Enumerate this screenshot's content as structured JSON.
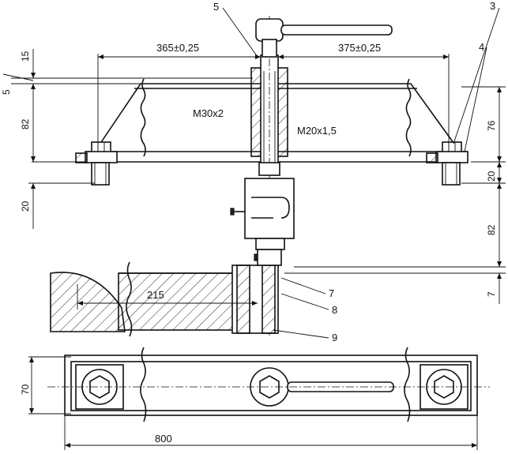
{
  "dimensions": {
    "span_left": "365±0,25",
    "span_right": "375±0,25",
    "top_15": "15",
    "top_5": "5",
    "height_82_left": "82",
    "height_20_left": "20",
    "height_76_right": "76",
    "height_20_right": "20",
    "height_82_right": "82",
    "height_7_right": "7",
    "length_215": "215",
    "width_70": "70",
    "overall_800": "800"
  },
  "threads": {
    "main": "M30x2",
    "secondary": "M20x1,5"
  },
  "callouts": {
    "c3": "3",
    "c4": "4",
    "c5": "5",
    "c7": "7",
    "c8": "8",
    "c9": "9"
  }
}
